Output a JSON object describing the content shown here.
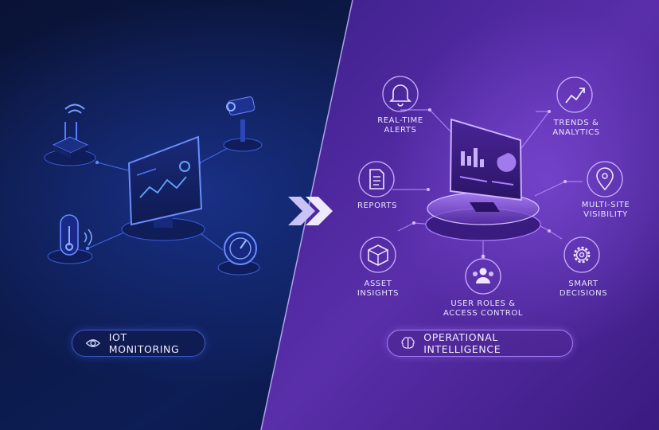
{
  "left_panel": {
    "title": "IOT MONITORING",
    "devices": [
      "router-icon",
      "camera-icon",
      "thermometer-icon",
      "gauge-icon",
      "monitor-icon"
    ]
  },
  "right_panel": {
    "title": "OPERATIONAL INTELLIGENCE",
    "features": [
      {
        "label": "REAL-TIME\nALERTS",
        "icon": "bell-icon"
      },
      {
        "label": "TRENDS &\nANALYTICS",
        "icon": "trend-icon"
      },
      {
        "label": "REPORTS",
        "icon": "document-icon"
      },
      {
        "label": "MULTI-SITE\nVISIBILITY",
        "icon": "map-pin-icon"
      },
      {
        "label": "ASSET\nINSIGHTS",
        "icon": "cube-icon"
      },
      {
        "label": "USER ROLES &\nACCESS CONTROL",
        "icon": "users-icon"
      },
      {
        "label": "SMART\nDECISIONS",
        "icon": "gear-icon"
      }
    ]
  },
  "colors": {
    "left_bg": "#0b1a4a",
    "right_bg": "#5b2fa8",
    "left_accent": "#4f73ff",
    "right_accent": "#b48cff"
  }
}
